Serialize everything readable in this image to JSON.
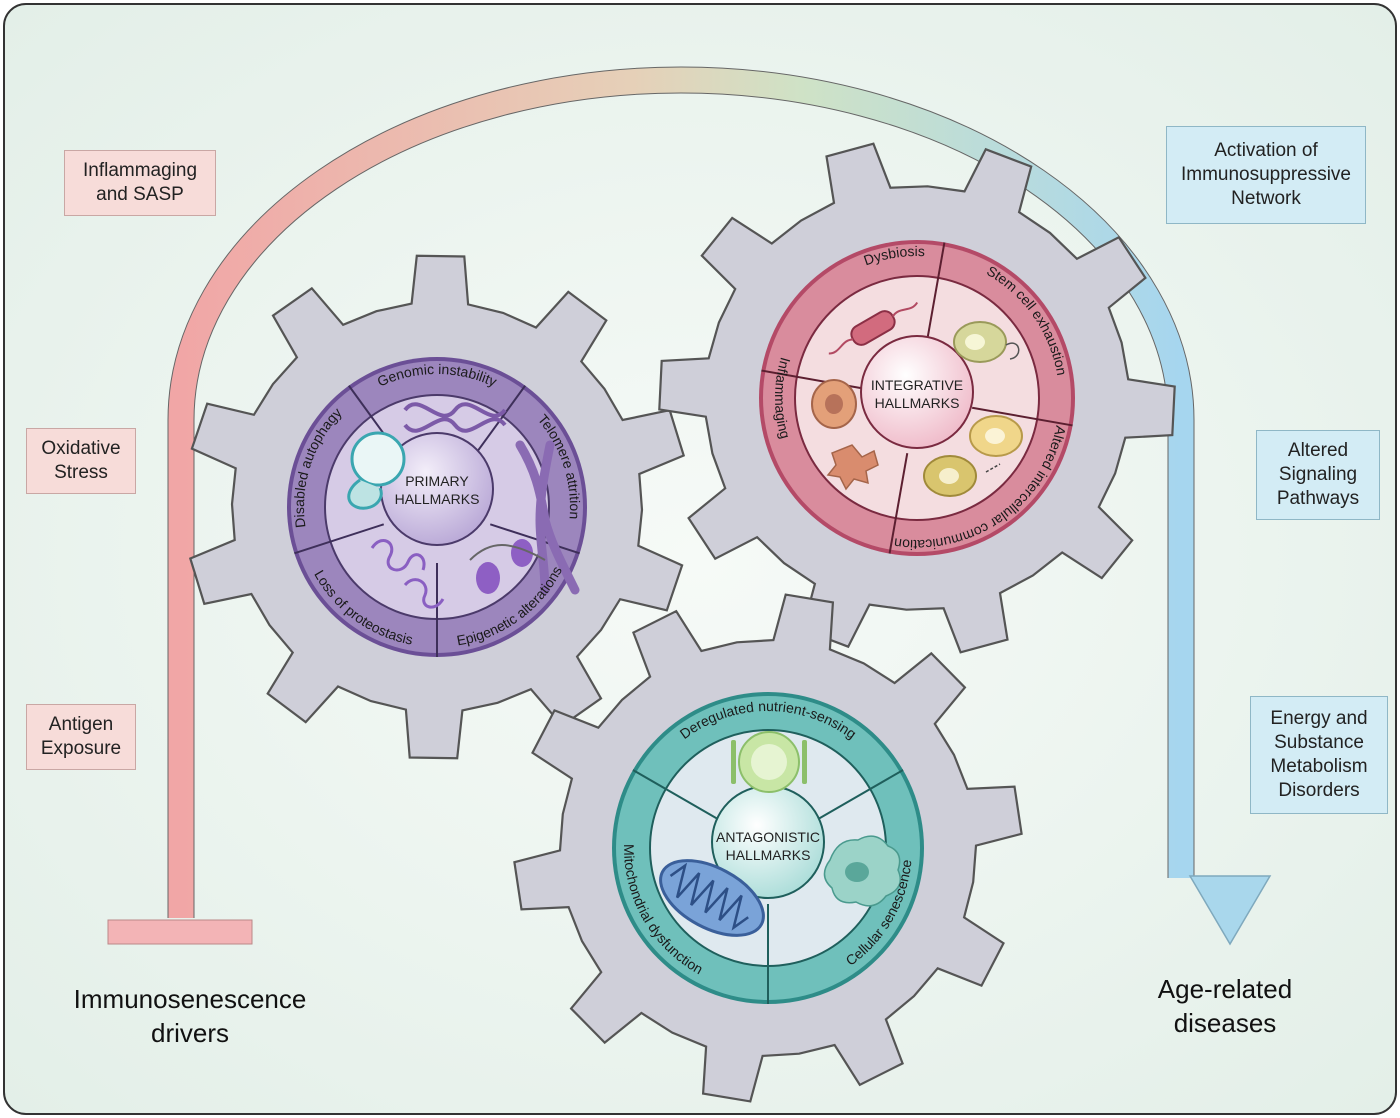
{
  "drivers_label": [
    "Immunosenescence",
    "drivers"
  ],
  "diseases_label": [
    "Age-related",
    "diseases"
  ],
  "drivers": [
    [
      "Inflammaging",
      "and SASP"
    ],
    [
      "Oxidative",
      "Stress"
    ],
    [
      "Antigen",
      "Exposure"
    ]
  ],
  "diseases": [
    [
      "Activation of",
      "Immunosuppressive",
      "Network"
    ],
    [
      "Altered",
      "Signaling",
      "Pathways"
    ],
    [
      "Energy and",
      "Substance",
      "Metabolism",
      "Disorders"
    ]
  ],
  "primary": {
    "center": [
      "PRIMARY",
      "HALLMARKS"
    ],
    "segments": [
      "Genomic instability",
      "Telomere attrition",
      "Epigenetic alterations",
      "Loss of proteostasis",
      "Disabled autophagy"
    ]
  },
  "integrative": {
    "center": [
      "INTEGRATIVE",
      "HALLMARKS"
    ],
    "segments": [
      "Dysbiosis",
      "Stem cell exhaustion",
      "Altered intercellular communication",
      "Inflammaging"
    ]
  },
  "antagonistic": {
    "center": [
      "ANTAGONISTIC",
      "HALLMARKS"
    ],
    "segments": [
      "Deregulated nutrient-sensing",
      "Cellular senescence",
      "Mitochondrial dysfunction"
    ]
  },
  "colors": {
    "background": "#e9f1ec",
    "gear": "#cfcfd9",
    "primary_ring": "#9c86bd",
    "primary_inner": "#d6cbe6",
    "integrative_ring": "#d98c9d",
    "integrative_inner": "#f4dde0",
    "antagonistic_ring": "#6fc0bb",
    "antagonistic_inner": "#dfe9ef",
    "driver_arc": "#f0a3a6",
    "disease_arc": "#a9d7ec"
  }
}
